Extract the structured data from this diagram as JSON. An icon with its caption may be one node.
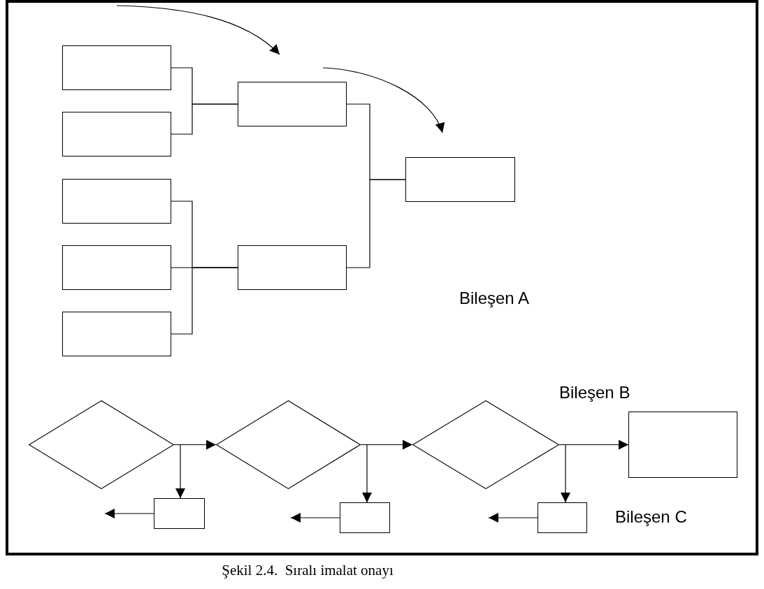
{
  "diagram": {
    "caption": "Şekil 2.4.  Sıralı imalat onayı",
    "nodes": [
      {
        "text": [],
        "shape": "box"
      },
      {
        "text": [],
        "shape": "box"
      },
      {
        "text": [],
        "shape": "box"
      },
      {
        "text": [],
        "shape": "box"
      },
      {
        "text": [],
        "shape": "box"
      },
      {
        "text": [],
        "shape": "box"
      },
      {
        "text": [],
        "shape": "box"
      },
      {
        "text": [],
        "shape": "box"
      },
      {
        "text": [],
        "shape": "diamond"
      },
      {
        "text": [],
        "shape": "diamond"
      },
      {
        "text": [],
        "shape": "diamond"
      },
      {
        "text": [],
        "shape": "box"
      },
      {
        "text": [],
        "shape": "box"
      },
      {
        "text": [],
        "shape": "box"
      },
      {
        "text": [],
        "shape": "box"
      }
    ],
    "edges": [
      {
        "from": 0,
        "to": 5,
        "arrow": "none"
      },
      {
        "from": 1,
        "to": 5,
        "arrow": "none"
      },
      {
        "from": 2,
        "to": 6,
        "arrow": "none"
      },
      {
        "from": 3,
        "to": 6,
        "arrow": "none"
      },
      {
        "from": 4,
        "to": 6,
        "arrow": "none"
      },
      {
        "from": 5,
        "to": 7,
        "arrow": "none"
      },
      {
        "from": 6,
        "to": 7,
        "arrow": "none"
      },
      {
        "from": 8,
        "to": 9,
        "arrow": "to"
      },
      {
        "from": 8,
        "to": 12,
        "arrow": "to"
      },
      {
        "from": 9,
        "to": 10,
        "arrow": "to"
      },
      {
        "from": 9,
        "to": 13,
        "arrow": "to"
      },
      {
        "from": 10,
        "to": 11,
        "arrow": "to"
      },
      {
        "from": 10,
        "to": 14,
        "arrow": "to"
      },
      {
        "from": 12,
        "to": null,
        "arrow": "to"
      },
      {
        "from": 13,
        "to": null,
        "arrow": "to"
      },
      {
        "from": 14,
        "to": null,
        "arrow": "to"
      }
    ],
    "labels": [
      "Bileşen A",
      "Bileşen B",
      "Bileşen C"
    ]
  }
}
